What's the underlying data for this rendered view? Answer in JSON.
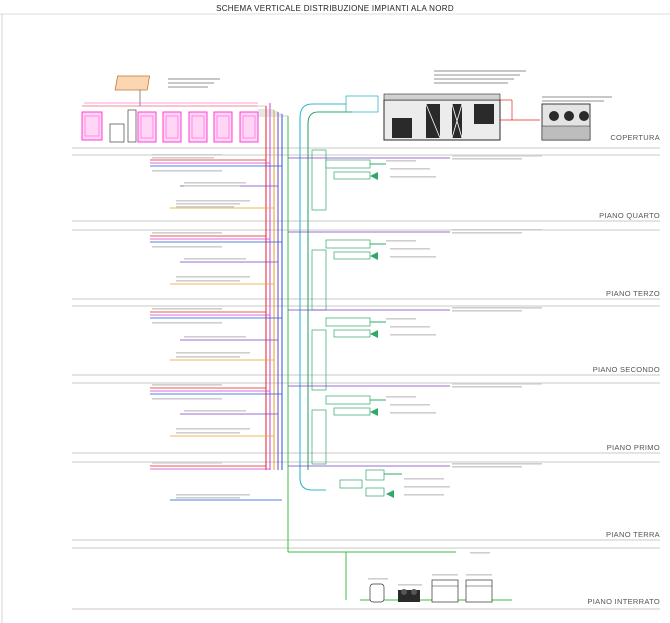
{
  "diagram": {
    "title": "SCHEMA VERTICALE DISTRIBUZIONE IMPIANTI ALA NORD",
    "floors": [
      {
        "key": "copertura",
        "label": "COPERTURA"
      },
      {
        "key": "quarto",
        "label": "PIANO QUARTO"
      },
      {
        "key": "terzo",
        "label": "PIANO TERZO"
      },
      {
        "key": "secondo",
        "label": "PIANO SECONDO"
      },
      {
        "key": "primo",
        "label": "PIANO PRIMO"
      },
      {
        "key": "terra",
        "label": "PIANO TERRA"
      },
      {
        "key": "interrato",
        "label": "PIANO INTERRATO"
      }
    ],
    "colors": {
      "line": "#9a9a9a",
      "equipment_magenta": "#ff3fd6",
      "riser_red": "#e8211a",
      "riser_magenta": "#d23cd2",
      "riser_violet": "#7a3cc8",
      "riser_blue": "#2255dd",
      "riser_orange": "#e8a020",
      "riser_green": "#3cbc3c",
      "duct_green": "#2fa86a",
      "duct_cyan": "#35b8c8",
      "ahu_dark": "#2a2a2a"
    }
  }
}
